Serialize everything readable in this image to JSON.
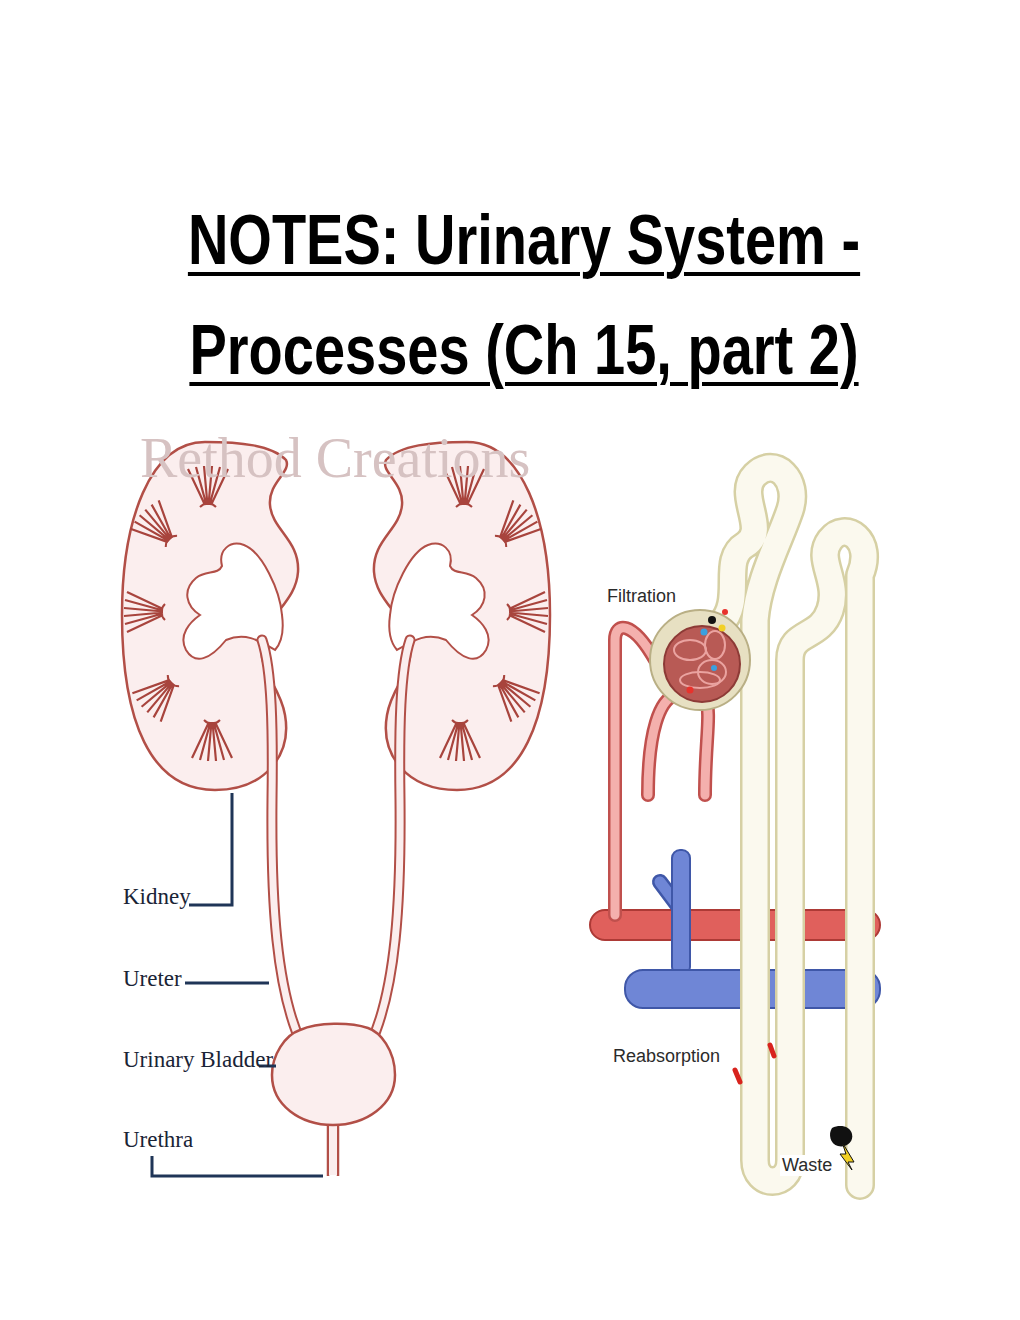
{
  "diagram": {
    "title": "NOTES: Urinary System - Processes (Ch 15, part 2)",
    "labels": [
      "Rethod Creations",
      "Kidney",
      "Ureter",
      "Urinary Bladder",
      "Urethra",
      "Filtration",
      "Reabsorption",
      "Waste"
    ]
  }
}
